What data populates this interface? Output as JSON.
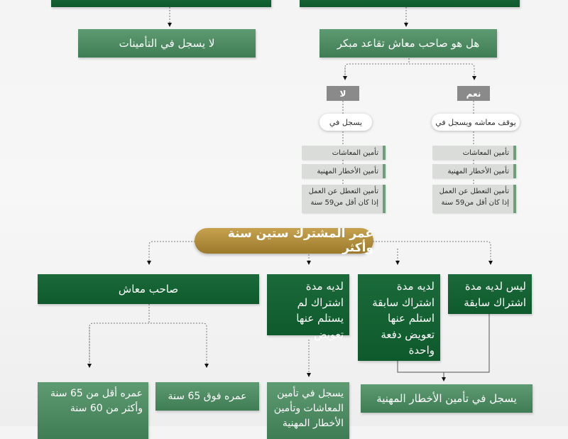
{
  "top_left_box": "لا يسجل في التأمينات",
  "top_right_box": "هل هو صاحب معاش تقاعد مبكر",
  "branch_no": {
    "tag": "لا",
    "pill": "يسجل في",
    "items": [
      "تأمين المعاشات",
      "تأمين الأخطار المهنية",
      "تأمين التعطل عن العمل",
      "إذا كان أقل من59 سنة"
    ]
  },
  "branch_yes": {
    "tag": "نعم",
    "pill": "يوقف معاشه ويسجل في",
    "items": [
      "تأمين المعاشات",
      "تأمين الأخطار المهنية",
      "تأمين التعطل عن العمل",
      "إذا كان أقل من59 سنة"
    ]
  },
  "banner": "عمر المشترك ستين سنة وأكثر",
  "level2": {
    "pensioner": "صاحب معاش",
    "contrib_no_comp": "لديه مدة اشتراك لم يستلم عنها تعويض",
    "contrib_with_comp": "لديه مدة اشتراك سابقة استلم عنها تعويض دفعة واحدة",
    "no_contrib": "ليس لديه مدة اشتراك سابقة"
  },
  "level3": {
    "under65": "عمره أقل من 65 سنة وأكثر من 60 سنة",
    "over65": "عمره فوق 65 سنة",
    "reg_pension": "يسجل في تأمين المعاشات وتأمين الأخطار المهنية",
    "reg_hazards": "يسجل في تأمين الأخطار المهنية"
  }
}
